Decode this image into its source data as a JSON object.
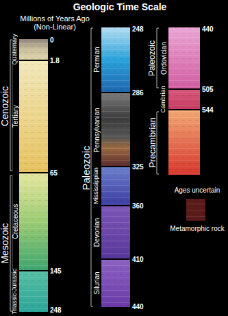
{
  "diagram": {
    "title": "Geologic Time Scale",
    "labels": [
      "Millions of Years Ago (Non-Linear)",
      "Cenozoic",
      "Quaternary",
      "Tertiary",
      "0",
      "1.8",
      "65",
      "Mesozoic",
      "Cretaceous",
      "Triassic-Jurassic",
      "145",
      "248",
      "Paleozoic",
      "Permian",
      "Pennsylvanian",
      "Mississippian",
      "Devonian",
      "Silurian",
      "248",
      "286",
      "325",
      "360",
      "410",
      "440",
      "Paleozoic",
      "Ordovician",
      "Cambrian",
      "Precambrian",
      "440",
      "505",
      "544",
      "Ages uncertain"
    ],
    "legend": [
      {
        "text": "Metamorphic rock",
        "color": "#5a1a1a"
      }
    ]
  }
}
